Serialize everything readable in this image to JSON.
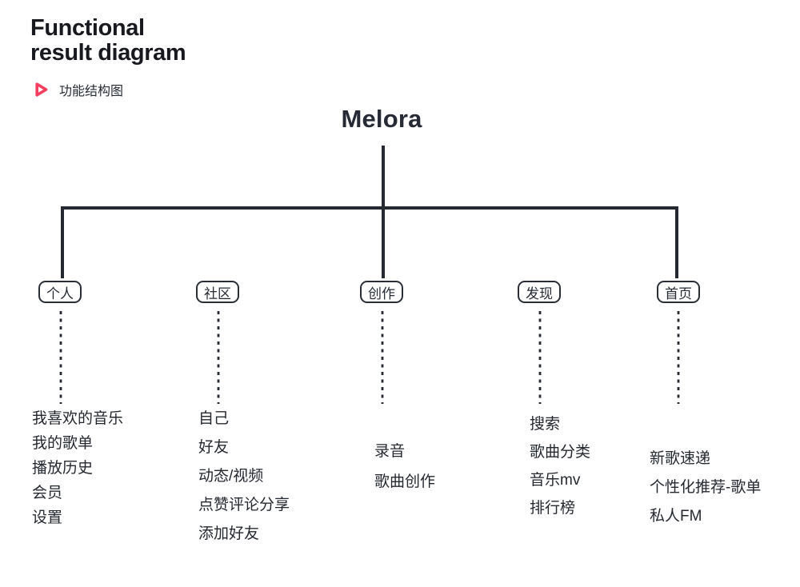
{
  "header": {
    "title_line1": "Functional",
    "title_line2": "result diagram",
    "tag_label": "功能结构图"
  },
  "diagram": {
    "root_label": "Melora",
    "branches": [
      {
        "label": "个人",
        "items": [
          "我喜欢的音乐",
          "我的歌单",
          "播放历史",
          "会员",
          "设置"
        ]
      },
      {
        "label": "社区",
        "items": [
          "自己",
          "好友",
          "动态/视频",
          "点赞评论分享",
          "添加好友"
        ]
      },
      {
        "label": "创作",
        "items": [
          "录音",
          "歌曲创作"
        ]
      },
      {
        "label": "发现",
        "items": [
          "搜索",
          "歌曲分类",
          "音乐mv",
          "排行榜"
        ]
      },
      {
        "label": "首页",
        "items": [
          "新歌速递",
          "个性化推荐-歌单",
          "私人FM"
        ]
      }
    ]
  },
  "icons": {
    "tag_icon": "play-icon"
  },
  "colors": {
    "accent": "#f23e5f",
    "ink": "#24282f",
    "line": "#232831"
  }
}
